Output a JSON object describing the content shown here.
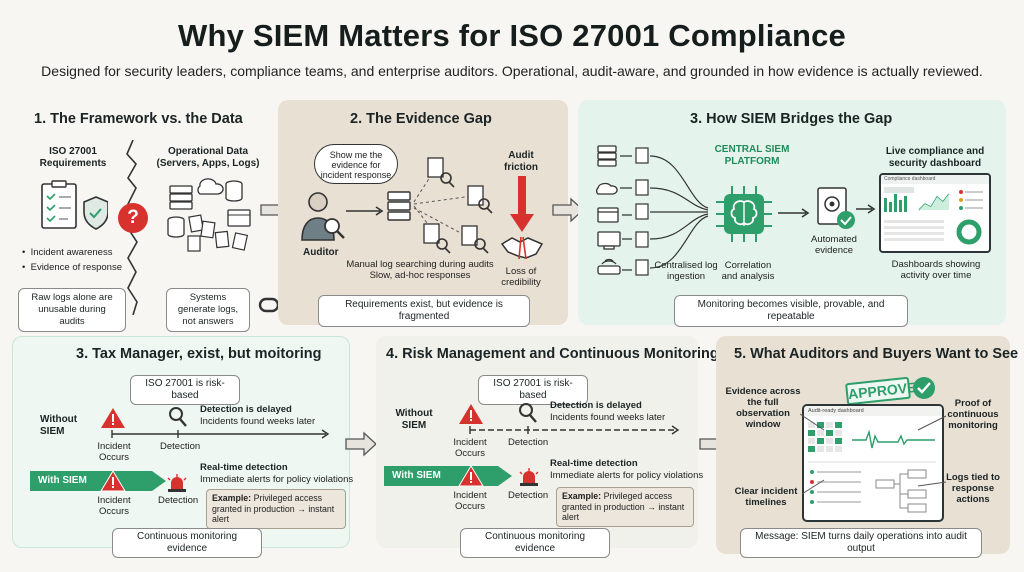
{
  "title": "Why SIEM Matters for ISO 27001 Compliance",
  "subtitle": "Designed for security leaders, compliance teams, and enterprise auditors. Operational, audit-aware, and grounded in how evidence is actually reviewed.",
  "p1": {
    "title": "1. The Framework vs. the Data",
    "left_head": "ISO 27001 Requirements",
    "right_head": "Operational Data (Servers, Apps, Logs)",
    "bullets": [
      "Incident awareness",
      "Evidence of response"
    ],
    "note_left": "Raw logs alone are unusable during audits",
    "note_right": "Systems generate logs, not answers",
    "question": "?"
  },
  "p2": {
    "title": "2. The Evidence Gap",
    "bubble": "Show me the evidence for incident response",
    "auditor": "Auditor",
    "friction": "Audit friction",
    "manual": "Manual log searching during audits",
    "slow": "Slow, ad-hoc responses",
    "loss": "Loss of credibility",
    "note": "Requirements exist, but evidence is fragmented"
  },
  "p3": {
    "title": "3. How SIEM Bridges the Gap",
    "platform": "CENTRAL SIEM PLATFORM",
    "live": "Live compliance and security dashboard",
    "automated": "Automated evidence",
    "ingest": "Centralised log ingestion",
    "correlation": "Correlation and analysis",
    "dash_desc": "Dashboards showing activity over time",
    "dash_header": "Compliance dashboard",
    "note": "Monitoring becomes visible, provable, and repeatable"
  },
  "p4": {
    "title": "3. Tax Manager, exist, but moitoring",
    "iso": "ISO 27001 is risk-based",
    "without": "Without SIEM",
    "detect_delayed": "Detection is delayed",
    "found_weeks": "Incidents found weeks later",
    "incident": "Incident Occurs",
    "detection": "Detection",
    "with": "With SIEM",
    "realtime": "Real-time detection",
    "immediate": "Immediate alerts for policy violations",
    "example_label": "Example:",
    "example": "Privileged access granted in production → instant alert",
    "note": "Continuous monitoring evidence"
  },
  "p5": {
    "title": "4. Risk Management and Continuous Monitoring",
    "iso": "ISO 27001 is risk-based",
    "without": "Without SIEM",
    "detect_delayed": "Detection is delayed",
    "found_weeks": "Incidents found weeks later",
    "incident": "Incident Occurs",
    "detection": "Detection",
    "with": "With SIEM",
    "realtime": "Real-time detection",
    "immediate": "Immediate alerts for policy violations",
    "example_label": "Example:",
    "example": "Privileged access granted in production → instant alert",
    "note": "Continuous monitoring evidence"
  },
  "p6": {
    "title": "5. What Auditors and Buyers Want to See",
    "approved": "APPROVED",
    "evidence": "Evidence across the full observation window",
    "proof": "Proof of continuous monitoring",
    "timelines": "Clear incident timelines",
    "logs_tied": "Logs tied to response actions",
    "dash_header": "Audit-ready dashboard",
    "message": "Message: SIEM turns daily operations into audit output"
  },
  "colors": {
    "green": "#2e9e6a",
    "red": "#d8322f",
    "panel_beige": "#e9e0d4",
    "panel_mint": "#e4f4ec",
    "panel_light": "#f1f1ec"
  }
}
